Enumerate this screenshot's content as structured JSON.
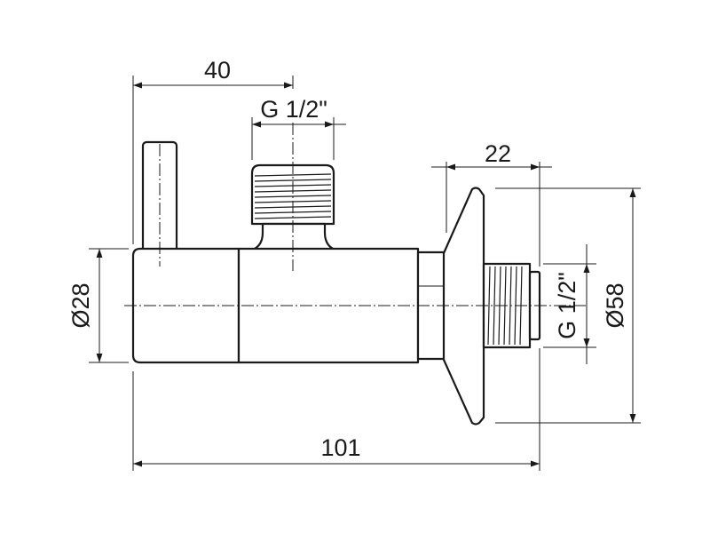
{
  "dimensions": {
    "handle_offset": "40",
    "top_thread": "G 1/2\"",
    "flange_depth": "22",
    "body_diameter": "Ø28",
    "outlet_thread": "G 1/2\"",
    "flange_diameter": "Ø58",
    "total_length": "101"
  }
}
